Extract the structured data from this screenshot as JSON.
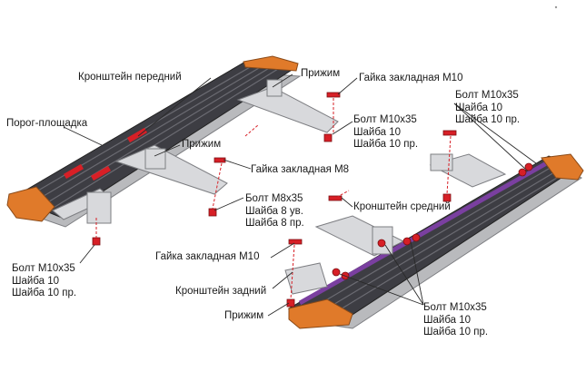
{
  "colors": {
    "tread": "#3d3d43",
    "tread_stripe": "#6b6b72",
    "end_cap": "#e07a2a",
    "frame": "#b9babd",
    "frame_dark": "#8f9094",
    "bracket": "#d8d9dc",
    "bracket_edge": "#7d7e82",
    "insert": "#d71f26",
    "purple_rail": "#7a3fa0",
    "leader": "#2a2a2a"
  },
  "labels": {
    "bracket_front": "Кронштейн передний",
    "clamp_top": "Прижим",
    "nut_m10_top": "Гайка закладная М10",
    "bolt_set_right_top": [
      "Болт М10х35",
      "Шайба 10",
      "Шайба 10 пр."
    ],
    "sill_platform": "Порог-площадка",
    "clamp_mid": "Прижим",
    "bolt_set_mid": [
      "Болт М10х35",
      "Шайба 10",
      "Шайба 10 пр."
    ],
    "nut_m8": "Гайка закладная М8",
    "bolt_m8_set": [
      "Болт М8х35",
      "Шайба 8 ув.",
      "Шайба 8 пр."
    ],
    "bracket_middle": "Кронштейн средний",
    "nut_m10_bottom": "Гайка закладная М10",
    "bolt_set_left": [
      "Болт М10х35",
      "Шайба 10",
      "Шайба 10 пр."
    ],
    "bracket_rear": "Кронштейн задний",
    "clamp_bottom": "Прижим",
    "bolt_set_bottom": [
      "Болт М10х35",
      "Шайба 10",
      "Шайба 10 пр."
    ]
  }
}
